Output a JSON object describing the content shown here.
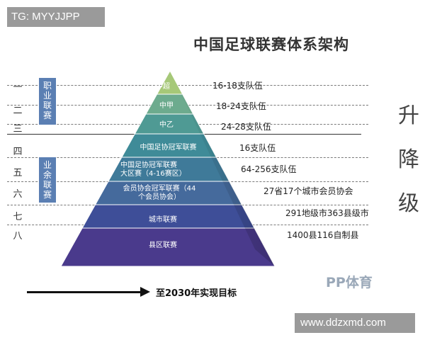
{
  "watermark_tag": "TG: MYYJJPP",
  "watermark_url": "www.ddzxmd.com",
  "title": "中国足球联赛体系架构",
  "tier_numbers": [
    "一",
    "二",
    "三",
    "四",
    "五",
    "六",
    "七",
    "八"
  ],
  "groups": {
    "professional": [
      "职",
      "业",
      "联",
      "赛"
    ],
    "amateur": [
      "业",
      "余",
      "联",
      "赛"
    ]
  },
  "levels": [
    {
      "name": "中超",
      "teams": "16-18支队伍"
    },
    {
      "name": "中甲",
      "teams": "18-24支队伍"
    },
    {
      "name": "中乙",
      "teams": "24-28支队伍"
    },
    {
      "name": "中国足协冠军联赛",
      "teams": "16支队伍"
    },
    {
      "name_line1": "中国足协冠军联赛",
      "name_line2": "大区赛（4-16赛区）",
      "teams": "64-256支队伍"
    },
    {
      "name_line1": "会员协会冠军联赛（44",
      "name_line2": "个会员协会）",
      "teams": "27省17个城市会员协会"
    },
    {
      "name": "城市联赛",
      "teams": "291地级市363县级市"
    },
    {
      "name": "县区联赛",
      "teams": "1400县116自制县"
    }
  ],
  "promotion_relegation": [
    "升",
    "降",
    "级"
  ],
  "brand": "PP体育",
  "goal_text": "至2030年实现目标",
  "colors": {
    "level1": "#a6c878",
    "level2": "#6dab8e",
    "level3": "#4f9a94",
    "level4": "#3f8b98",
    "level5": "#3f7a99",
    "level6": "#456a9c",
    "level7": "#3e4e98",
    "level8": "#4a3a8c",
    "group_box": "#5b7fb3"
  }
}
